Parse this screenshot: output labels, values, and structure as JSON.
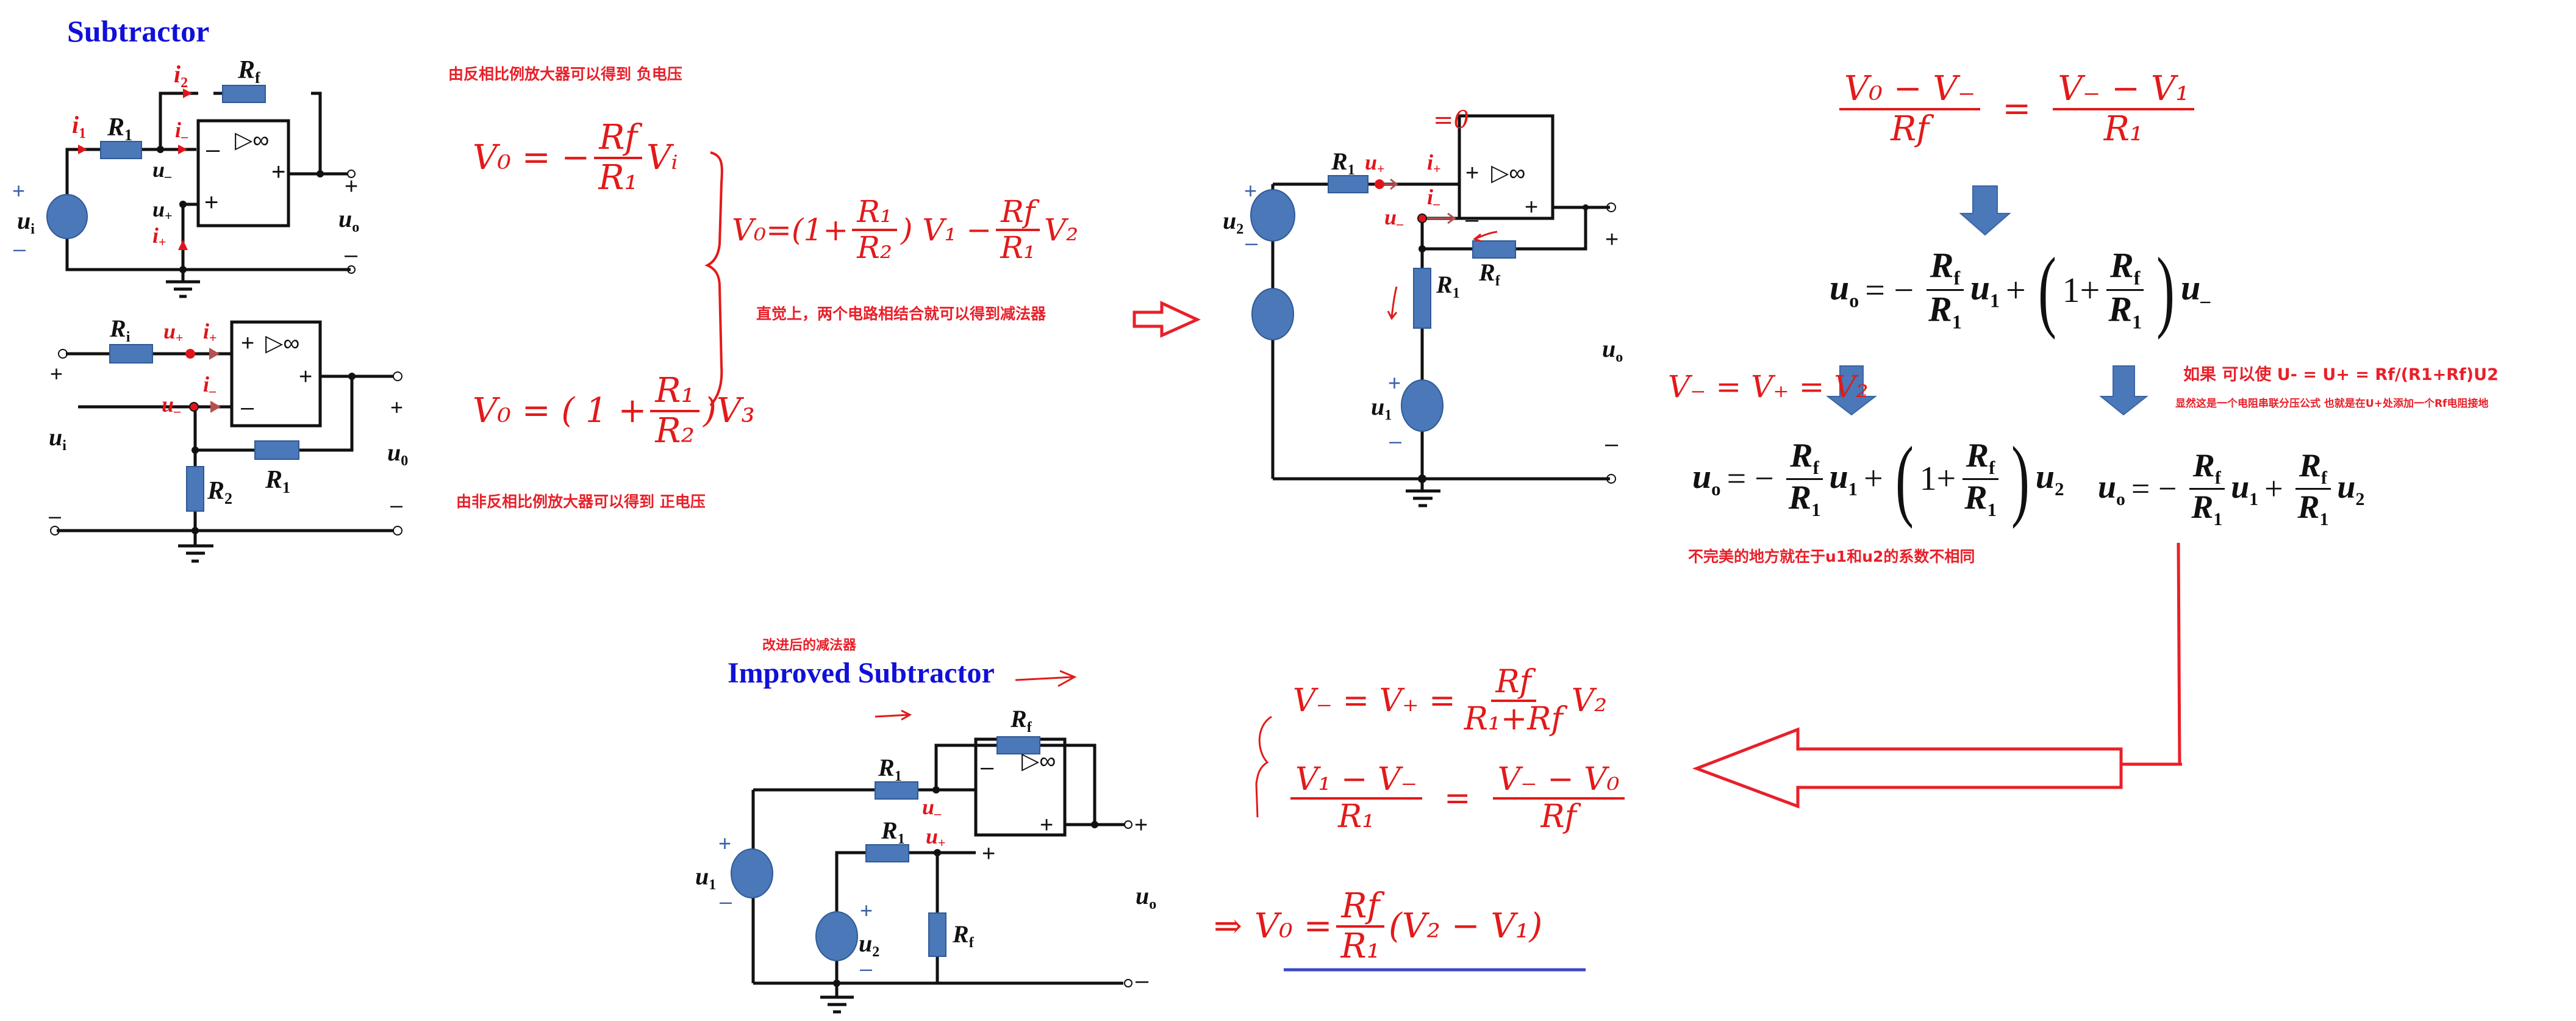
{
  "panel1": {
    "title": "Subtractor",
    "inverting_circuit": {
      "labels": {
        "i1": "i",
        "i1_sub": "1",
        "i2": "i",
        "i2_sub": "2",
        "R1": "R",
        "R1_sub": "1",
        "Rf": "R",
        "Rf_sub": "f",
        "i_minus": "i",
        "i_minus_sub": "–",
        "u_minus": "u",
        "u_minus_sub": "–",
        "u_plus": "u",
        "u_plus_sub": "+",
        "i_plus": "i",
        "i_plus_sub": "+",
        "ui": "u",
        "ui_sub": "i",
        "uo": "u",
        "uo_sub": "o",
        "opamp": "▷∞"
      }
    },
    "noninverting_circuit": {
      "labels": {
        "Ri": "R",
        "Ri_sub": "i",
        "u_plus": "u",
        "u_plus_sub": "+",
        "i_plus": "i",
        "i_plus_sub": "+",
        "i_minus": "i",
        "i_minus_sub": "–",
        "u_minus": "u",
        "u_minus_sub": "–",
        "ui": "u",
        "ui_sub": "i",
        "uo": "u",
        "uo_sub": "0",
        "R1": "R",
        "R1_sub": "1",
        "R2": "R",
        "R2_sub": "2",
        "opamp": "▷∞"
      }
    }
  },
  "notes": {
    "inverting_note": "由反相比例放大器可以得到 负电压",
    "noninverting_note": "由非反相比例放大器可以得到 正电压",
    "intuition_note": "直觉上，两个电路相结合就可以得到减法器",
    "imperfection_note": "不完美的地方就在于u1和u2的系数不相同",
    "condition_note": "如果 可以使 U- = U+ = Rf/(R1+Rf)U2",
    "divider_note": "显然这是一个电阻串联分压公式 也就是在U+处添加一个Rf电阻接地",
    "improved_note": "改进后的减法器"
  },
  "handwritten": {
    "inverting_eq": {
      "lhs": "V₀ = −",
      "num": "Rf",
      "den": "R₁",
      "rhs": "Vᵢ"
    },
    "noninverting_eq": {
      "lhs": "V₀ = ( 1 +",
      "num": "R₁",
      "den": "R₂",
      "rhs": ")V₃"
    },
    "combined_eq": {
      "lhs": "V₀=(1+",
      "num1": "R₁",
      "den1": "R₂",
      "mid": ") V₁ −",
      "num2": "Rf",
      "den2": "R₁",
      "rhs": "V₂"
    },
    "node_eq": {
      "num_left": "V₀ − V₋",
      "den_left": "Rf",
      "eq": "=",
      "num_right": "V₋ − V₁",
      "den_right": "R₁"
    },
    "vminus_eq": "V₋ = V₊ = V₂",
    "iplus_zero": "=0",
    "improved_eq1": {
      "lhs": "V₋ = V₊ =",
      "num": "Rf",
      "den": "R₁+Rf",
      "rhs": "V₂"
    },
    "improved_eq2": {
      "num_left": "V₁ − V₋",
      "den_left": "R₁",
      "eq": "=",
      "num_right": "V₋ − V₀",
      "den_right": "Rf"
    },
    "improved_result": {
      "arrow": "⇒",
      "lhs": "V₀ =",
      "num": "Rf",
      "den": "R₁",
      "rhs": "(V₂ − V₁)"
    }
  },
  "printed_equations": {
    "eq_general": {
      "lhs": "u",
      "lhs_sub": "o",
      "eq": "= −",
      "f1_num": "R",
      "f1_num_sub": "f",
      "f1_den": "R",
      "f1_den_sub": "1",
      "t1": "u",
      "t1_sub": "1",
      "plus": "+",
      "one": "1+",
      "f2_num": "R",
      "f2_num_sub": "f",
      "f2_den": "R",
      "f2_den_sub": "1",
      "t2": "u",
      "t2_sub": "–"
    },
    "eq_vminus_u2": {
      "lhs": "u",
      "lhs_sub": "o",
      "eq": "= −",
      "f1_num": "R",
      "f1_num_sub": "f",
      "f1_den": "R",
      "f1_den_sub": "1",
      "t1": "u",
      "t1_sub": "1",
      "plus": "+",
      "one": "1+",
      "f2_num": "R",
      "f2_num_sub": "f",
      "f2_den": "R",
      "f2_den_sub": "1",
      "t2": "u",
      "t2_sub": "2"
    },
    "eq_ideal": {
      "lhs": "u",
      "lhs_sub": "o",
      "eq": "= −",
      "f1_num": "R",
      "f1_num_sub": "f",
      "f1_den": "R",
      "f1_den_sub": "1",
      "t1": "u",
      "t1_sub": "1",
      "plus": "+",
      "f2_num": "R",
      "f2_num_sub": "f",
      "f2_den": "R",
      "f2_den_sub": "1",
      "t2": "u",
      "t2_sub": "2"
    }
  },
  "panel2": {
    "labels": {
      "R1_top": "R",
      "R1_top_sub": "1",
      "u_plus": "u",
      "u_plus_sub": "+",
      "i_plus": "i",
      "i_plus_sub": "+",
      "i_minus": "i",
      "i_minus_sub": "–",
      "u_minus": "u",
      "u_minus_sub": "–",
      "Rf": "R",
      "Rf_sub": "f",
      "R1_vert": "R",
      "R1_vert_sub": "1",
      "u2": "u",
      "u2_sub": "2",
      "u1": "u",
      "u1_sub": "1",
      "uo": "u",
      "uo_sub": "o",
      "opamp": "▷∞"
    }
  },
  "panel3": {
    "title": "Improved Subtractor",
    "labels": {
      "Rf_top": "R",
      "Rf_top_sub": "f",
      "R1_top": "R",
      "R1_top_sub": "1",
      "u_minus": "u",
      "u_minus_sub": "–",
      "R1_bottom": "R",
      "R1_bottom_sub": "1",
      "u_plus": "u",
      "u_plus_sub": "+",
      "u1": "u",
      "u1_sub": "1",
      "u2": "u",
      "u2_sub": "2",
      "Rf_vert": "R",
      "Rf_vert_sub": "f",
      "uo": "u",
      "uo_sub": "o",
      "opamp": "▷∞"
    }
  },
  "colors": {
    "annotation_red": "#e8202a",
    "title_blue": "#1010d8",
    "component_blue": "#4a78b8",
    "underline_blue": "#3848c8"
  }
}
